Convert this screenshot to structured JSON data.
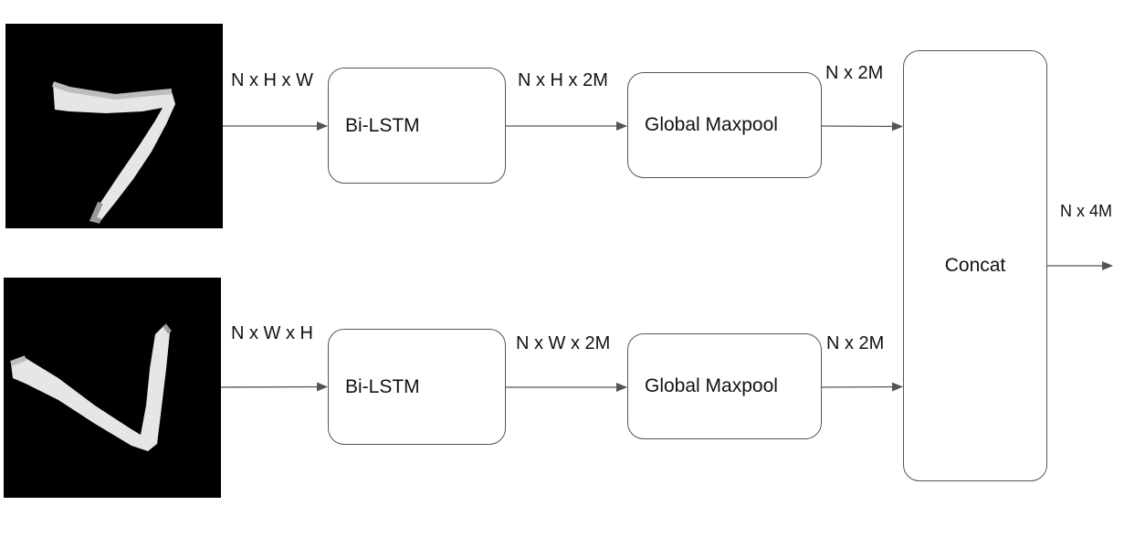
{
  "diagram": {
    "top_branch": {
      "input_dims": "N x H x W",
      "lstm_label": "Bi-LSTM",
      "lstm_out_dims": "N x H x 2M",
      "pool_label": "Global Maxpool",
      "pool_out_dims": "N x 2M"
    },
    "bottom_branch": {
      "input_dims": "N x W x H",
      "lstm_label": "Bi-LSTM",
      "lstm_out_dims": "N x W x 2M",
      "pool_label": "Global Maxpool",
      "pool_out_dims": "N x 2M"
    },
    "concat_label": "Concat",
    "output_dims": "N x 4M"
  },
  "images": {
    "top": "handwritten digit 7",
    "bottom": "handwritten digit 7 transposed"
  },
  "colors": {
    "background": "#ffffff",
    "image_background": "#000000",
    "stroke": "#555555",
    "text": "#111111"
  }
}
